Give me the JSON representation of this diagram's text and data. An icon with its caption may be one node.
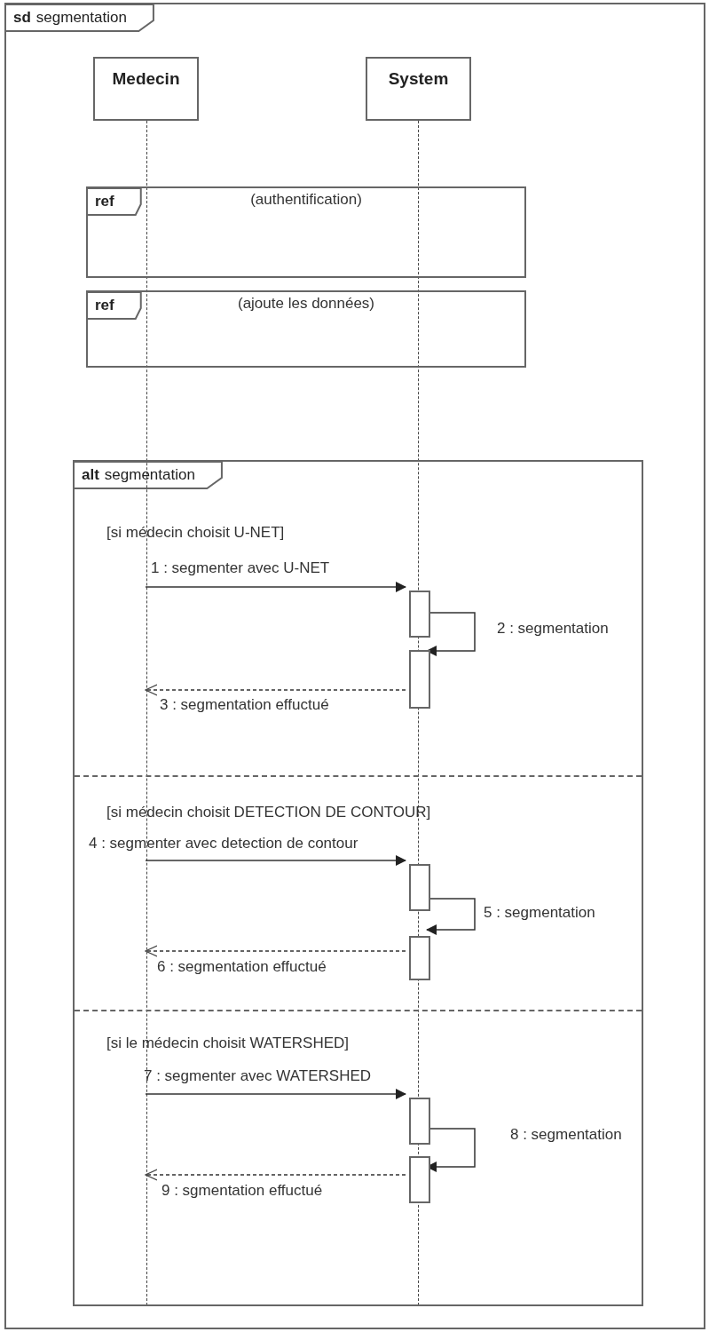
{
  "diagram": {
    "nodes": [
      {
        "text": [
          "sd",
          "segmentation"
        ]
      },
      {
        "text": [
          "Medecin"
        ],
        "in": 0
      },
      {
        "text": [
          "System"
        ],
        "in": 0
      },
      {
        "text": [],
        "shape": "line",
        "in": 0
      },
      {
        "text": [],
        "shape": "line",
        "in": 0
      },
      {
        "text": [
          "ref",
          "(authentification)"
        ],
        "in": 0
      },
      {
        "text": [
          "ref",
          "(ajoute les données)"
        ],
        "in": 0
      },
      {
        "text": [
          "alt",
          "segmentation",
          "[si médecin choisit U-NET]",
          "[si médecin choisit DETECTION DE CONTOUR]",
          "[si le médecin choisit WATERSHED]"
        ],
        "in": 0
      },
      {
        "text": [],
        "shape": "bar",
        "in": 7
      },
      {
        "text": [],
        "shape": "bar",
        "in": 7
      },
      {
        "text": [],
        "shape": "bar",
        "in": 7
      },
      {
        "text": [],
        "shape": "bar",
        "in": 7
      },
      {
        "text": [],
        "shape": "bar",
        "in": 7
      },
      {
        "text": [],
        "shape": "bar",
        "in": 7
      }
    ],
    "edges": [
      {
        "from": 3,
        "to": 8,
        "arrow": "to",
        "label": "1 : segmenter avec U-NET"
      },
      {
        "from": 8,
        "to": 9,
        "arrow": "to",
        "label": "2 : segmentation"
      },
      {
        "from": 9,
        "to": 3,
        "arrow": "to",
        "label": "3 : segmentation effuctué",
        "style": "dashed"
      },
      {
        "from": 3,
        "to": 10,
        "arrow": "to",
        "label": "4 : segmenter avec detection de contour"
      },
      {
        "from": 10,
        "to": 11,
        "arrow": "to",
        "label": "5 : segmentation"
      },
      {
        "from": 11,
        "to": 3,
        "arrow": "to",
        "label": "6 : segmentation effuctué",
        "style": "dashed"
      },
      {
        "from": 3,
        "to": 12,
        "arrow": "to",
        "label": "7 : segmenter avec WATERSHED"
      },
      {
        "from": 12,
        "to": 13,
        "arrow": "to",
        "label": "8 : segmentation"
      },
      {
        "from": 13,
        "to": 3,
        "arrow": "to",
        "label": "9 : sgmentation effuctué",
        "style": "dashed"
      }
    ]
  }
}
